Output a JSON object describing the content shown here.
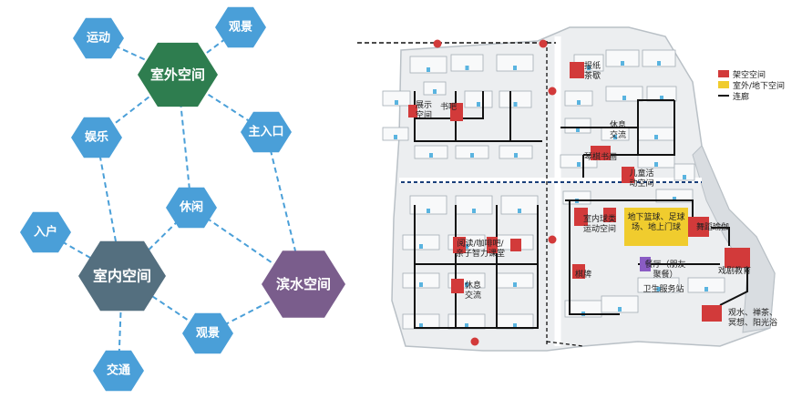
{
  "hex_diagram": {
    "colors": {
      "small": "#4a9fd8",
      "outdoor": "#2e7d4f",
      "indoor": "#546f7f",
      "waterfront": "#7a5d8c",
      "connector": "#4a9fd8"
    },
    "nodes": {
      "outdoor": "室外空间",
      "indoor": "室内空间",
      "waterfront": "滨水空间",
      "sport": "运动",
      "view_top": "观景",
      "main_entrance": "主入口",
      "entertainment": "娱乐",
      "leisure": "休闲",
      "entrance": "入户",
      "view_bottom": "观景",
      "traffic": "交通"
    }
  },
  "site_plan": {
    "legend": {
      "elevated": "架空空间",
      "outdoor_underground": "室外/地下空间",
      "corridor": "连廊"
    },
    "colors": {
      "elevated": "#d23a3a",
      "outdoor_underground": "#f0cc2e",
      "corridor": "#111111",
      "activity": "#8a5cc4"
    },
    "labels": {
      "newspaper": "报纸\n茶歇",
      "exhibition": "展示\n空间",
      "bookbar": "书吧",
      "rest_top": "休息\n交流",
      "piano": "琴棋书画",
      "kids": "儿童活\n动空间",
      "indoor_ball": "室内球类\n运动空间",
      "underground": "地下篮球、足球\n场、地上门球",
      "dance": "舞蹈瑜伽",
      "reading": "阅读/咖啡吧/\n亲子智力课堂",
      "chess": "棋牌",
      "restaurant": "餐厅（朋友\n聚餐）",
      "health": "卫生服务站",
      "drama": "戏剧教育",
      "rest_bottom": "休息\n交流",
      "water": "观水、禅茶、\n冥想、阳光浴"
    }
  }
}
